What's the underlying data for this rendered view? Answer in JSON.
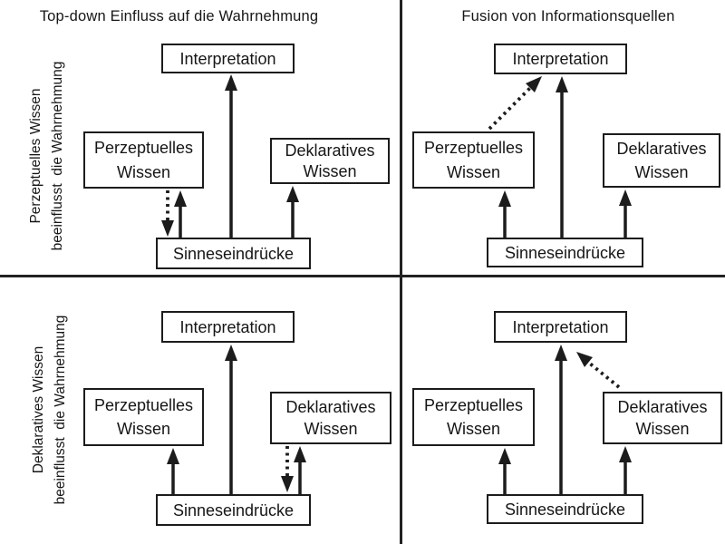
{
  "diagram": {
    "columns": [
      {
        "title": "Top-down Einfluss auf die Wahrnehmung"
      },
      {
        "title": "Fusion von Informationsquellen"
      }
    ],
    "rows": [
      {
        "side_label_line1": "Perzeptuelles Wissen",
        "side_label_line2": "beeinflusst  die Wahrnehmung"
      },
      {
        "side_label_line1": "Deklaratives Wissen",
        "side_label_line2": "beeinflusst  die Wahrnehmung"
      }
    ],
    "box_labels": {
      "interpretation": "Interpretation",
      "perceptual_line1": "Perzeptuelles",
      "perceptual_line2": "Wissen",
      "declarative_line1": "Deklaratives",
      "declarative_line2": "Wissen",
      "sensory": "Sinneseindrücke"
    },
    "colors": {
      "ink": "#1c1c1c",
      "background": "#ffffff"
    }
  }
}
